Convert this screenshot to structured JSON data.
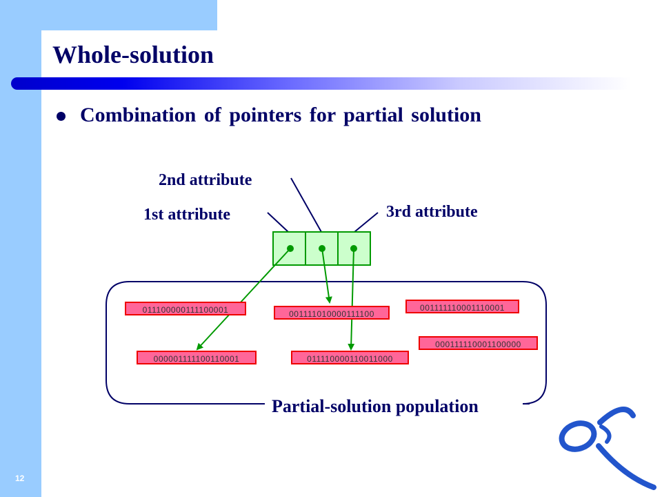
{
  "slide": {
    "number": "12",
    "title": "Whole-solution",
    "bullet": "Combination of pointers for partial solution"
  },
  "attributes": [
    {
      "label": "1st attribute"
    },
    {
      "label": "2nd attribute"
    },
    {
      "label": "3rd attribute"
    }
  ],
  "population": {
    "label": "Partial-solution population",
    "chromosomes": [
      "011100000111100001",
      "001111010000111100",
      "001111110001110001",
      "000111110001100000",
      "000001111100110001",
      "011110000110011000"
    ]
  },
  "colors": {
    "accent_band": "#99ccff",
    "title_text": "#000066",
    "pointer": "#009900",
    "cell_fill": "#ccffcc",
    "chromosome_fill": "#ff6699",
    "chromosome_border": "#ee0000"
  }
}
